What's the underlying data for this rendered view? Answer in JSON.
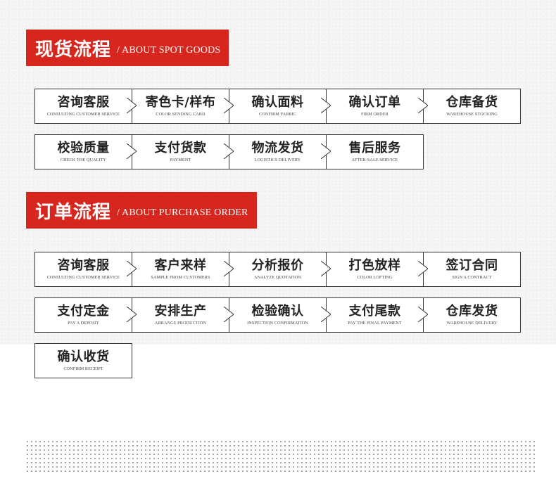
{
  "spot": {
    "title_cn": "现货流程",
    "title_en": "/ ABOUT SPOT GOODS",
    "steps": [
      {
        "cn": "咨询客服",
        "en": "CONSULTING CUSTOMER SERVICE"
      },
      {
        "cn": "寄色卡/样布",
        "en": "COLOR SENDING CARD"
      },
      {
        "cn": "确认面料",
        "en": "CONFIRM FABRIC"
      },
      {
        "cn": "确认订单",
        "en": "FIRM ORDER"
      },
      {
        "cn": "仓库备货",
        "en": "WAREHOUSE STOCKING"
      },
      {
        "cn": "校验质量",
        "en": "CHECK THE QUALITY"
      },
      {
        "cn": "支付货款",
        "en": "PAYMENT"
      },
      {
        "cn": "物流发货",
        "en": "LOGISTICS DELIVERY"
      },
      {
        "cn": "售后服务",
        "en": "AFTER-SALE SERVICE"
      }
    ]
  },
  "order": {
    "title_cn": "订单流程",
    "title_en": "/ ABOUT PURCHASE ORDER",
    "steps": [
      {
        "cn": "咨询客服",
        "en": "CONSULTING CUSTOMER SERVICE"
      },
      {
        "cn": "客户来样",
        "en": "SAMPLE FROM CUSTOMERS"
      },
      {
        "cn": "分析报价",
        "en": "ANALYZE QUOTATION"
      },
      {
        "cn": "打色放样",
        "en": "COLOR LOFTING"
      },
      {
        "cn": "签订合同",
        "en": "SIGN A CONTRACT"
      },
      {
        "cn": "支付定金",
        "en": "PAY A DEPOSIT"
      },
      {
        "cn": "安排生产",
        "en": "ARRANGE PRODUCTION"
      },
      {
        "cn": "检验确认",
        "en": "INSPECTION CONFIRMATION"
      },
      {
        "cn": "支付尾款",
        "en": "PAY THE FINAL PAYMENT"
      },
      {
        "cn": "仓库发货",
        "en": "WAREHOUSE DELIVERY"
      },
      {
        "cn": "确认收货",
        "en": "CONFIRM RECEIPT"
      }
    ]
  }
}
